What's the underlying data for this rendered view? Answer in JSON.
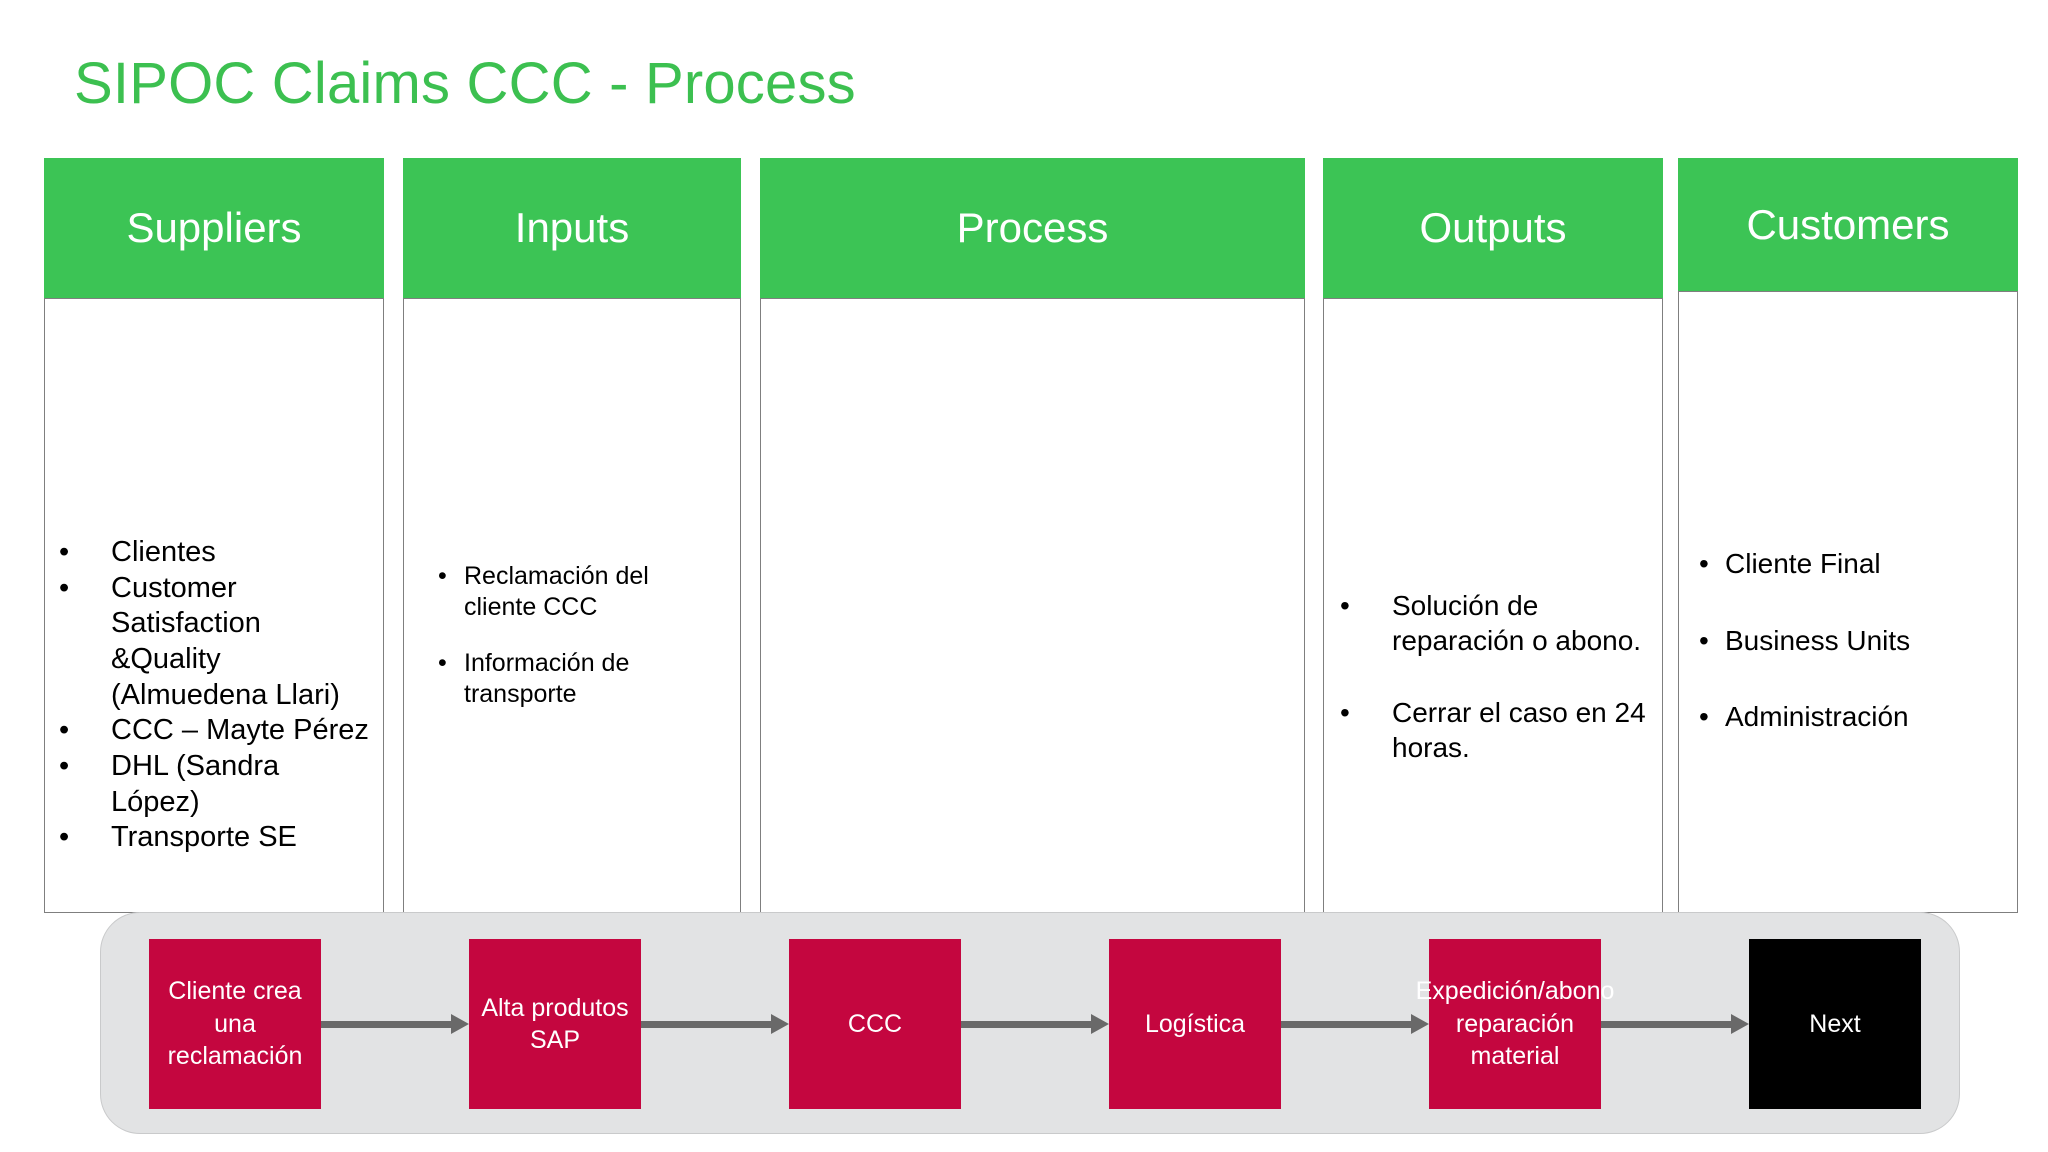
{
  "title": "SIPOC Claims CCC - Process",
  "colors": {
    "title_green": "#3CC050",
    "header_green": "#3CC455",
    "step_crimson": "#C4063F",
    "step_black": "#000000",
    "flow_band": "#E2E3E4",
    "arrow_gray": "#696969"
  },
  "columns": {
    "suppliers": {
      "header": "Suppliers",
      "items": [
        "Clientes",
        "Customer Satisfaction &Quality (Almuedena Llari)",
        "CCC – Mayte Pérez",
        "DHL (Sandra López)",
        "Transporte SE"
      ]
    },
    "inputs": {
      "header": "Inputs",
      "items": [
        "Reclamación del cliente CCC",
        "Información de transporte"
      ]
    },
    "process": {
      "header": "Process",
      "items": []
    },
    "outputs": {
      "header": "Outputs",
      "items": [
        "Solución de reparación o abono.",
        "Cerrar el caso en 24 horas."
      ]
    },
    "customers": {
      "header": "Customers",
      "items": [
        "Cliente Final",
        "Business Units",
        "Administración"
      ]
    }
  },
  "process_flow": {
    "steps": [
      {
        "label": "Cliente crea una reclamación",
        "style": "crimson",
        "width": 172
      },
      {
        "label": "Alta produtos SAP",
        "style": "crimson",
        "width": 172
      },
      {
        "label": "CCC",
        "style": "crimson",
        "width": 172
      },
      {
        "label": "Logística",
        "style": "crimson",
        "width": 172
      },
      {
        "label": "Expedición/abono reparación material",
        "style": "crimson",
        "width": 172
      },
      {
        "label": "Next",
        "style": "black",
        "width": 172
      }
    ]
  },
  "bullet_glyph": "•"
}
